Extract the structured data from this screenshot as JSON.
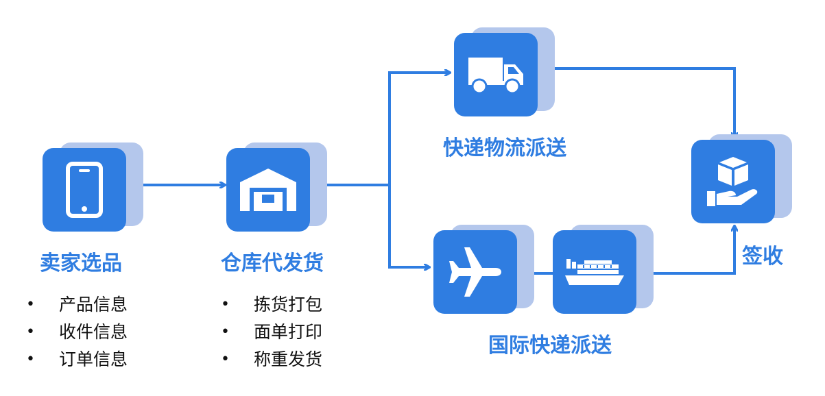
{
  "nodes": {
    "seller": {
      "label": "卖家选品",
      "icon": "smartphone-icon"
    },
    "warehouse": {
      "label": "仓库代发货",
      "icon": "warehouse-icon"
    },
    "express": {
      "label": "快递物流派送",
      "icon": "truck-icon"
    },
    "international": {
      "label": "国际快递派送",
      "icons": [
        "airplane-icon",
        "cargo-ship-icon"
      ]
    },
    "receive": {
      "label": "签收",
      "icon": "package-hand-icon"
    }
  },
  "lists": {
    "seller": [
      "产品信息",
      "收件信息",
      "订单信息"
    ],
    "warehouse": [
      "拣货打包",
      "面单打印",
      "称重发货"
    ]
  },
  "colors": {
    "primary": "#2f7de1",
    "shadow": "#b4c7ec",
    "text": "#111111"
  }
}
